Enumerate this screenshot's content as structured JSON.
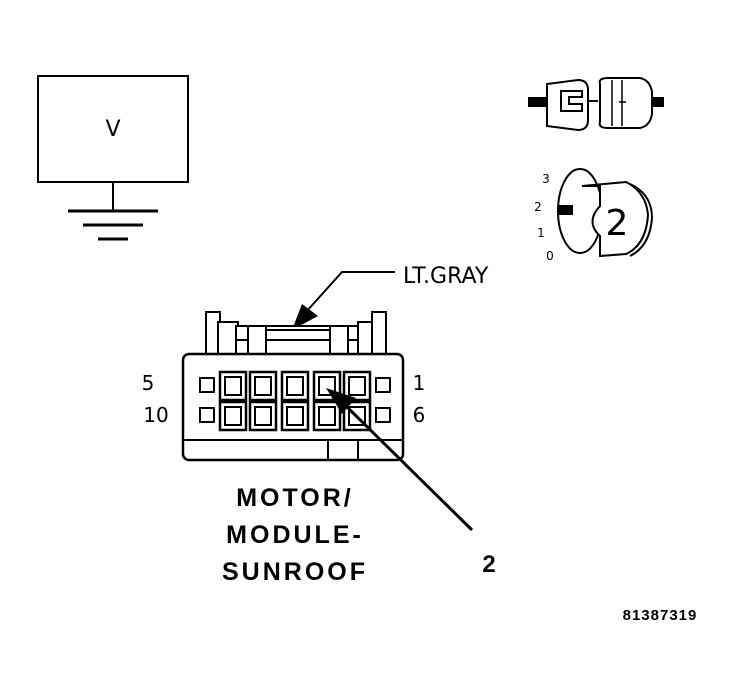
{
  "meter": {
    "label": "V"
  },
  "wire": {
    "color_label": "LT.GRAY"
  },
  "connector": {
    "pin_label_top_left": "5",
    "pin_label_bottom_left": "10",
    "pin_label_top_right": "1",
    "pin_label_bottom_right": "6",
    "name_lines": [
      "MOTOR/",
      "MODULE-",
      "SUNROOF"
    ]
  },
  "callout": {
    "pin_number": "2"
  },
  "probe_icon": {
    "scale": [
      "3",
      "2",
      "1",
      "0"
    ],
    "selected": "2"
  },
  "figure_id": "81387319",
  "colors": {
    "line": "#000000",
    "fill": "#ffffff",
    "wire": "#000000"
  }
}
